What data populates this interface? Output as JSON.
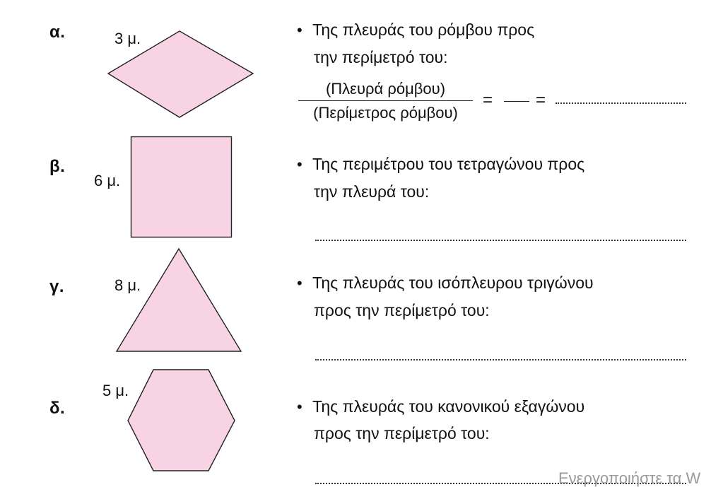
{
  "items": [
    {
      "letter": "α.",
      "side_label": "3 μ.",
      "line1": "Της πλευράς του ρόμβου προς",
      "line2": "την περίμετρό του:",
      "fraction_numerator": "(Πλευρά ρόμβου)",
      "fraction_denominator": "(Περίμετρος ρόμβου)",
      "equals": "="
    },
    {
      "letter": "β.",
      "side_label": "6 μ.",
      "line1": "Της περιμέτρου του τετραγώνου προς",
      "line2": "την πλευρά του:"
    },
    {
      "letter": "γ.",
      "side_label": "8 μ.",
      "line1": "Της πλευράς του ισόπλευρου τριγώνου",
      "line2": "προς την περίμετρό του:"
    },
    {
      "letter": "δ.",
      "side_label": "5 μ.",
      "line1": "Της πλευράς του κανονικού εξαγώνου",
      "line2": "προς την περίμετρό του:"
    }
  ],
  "bullet": "•",
  "shape_fill": "#f7d3e3",
  "watermark": "Ενεργοποιήστε τα W"
}
